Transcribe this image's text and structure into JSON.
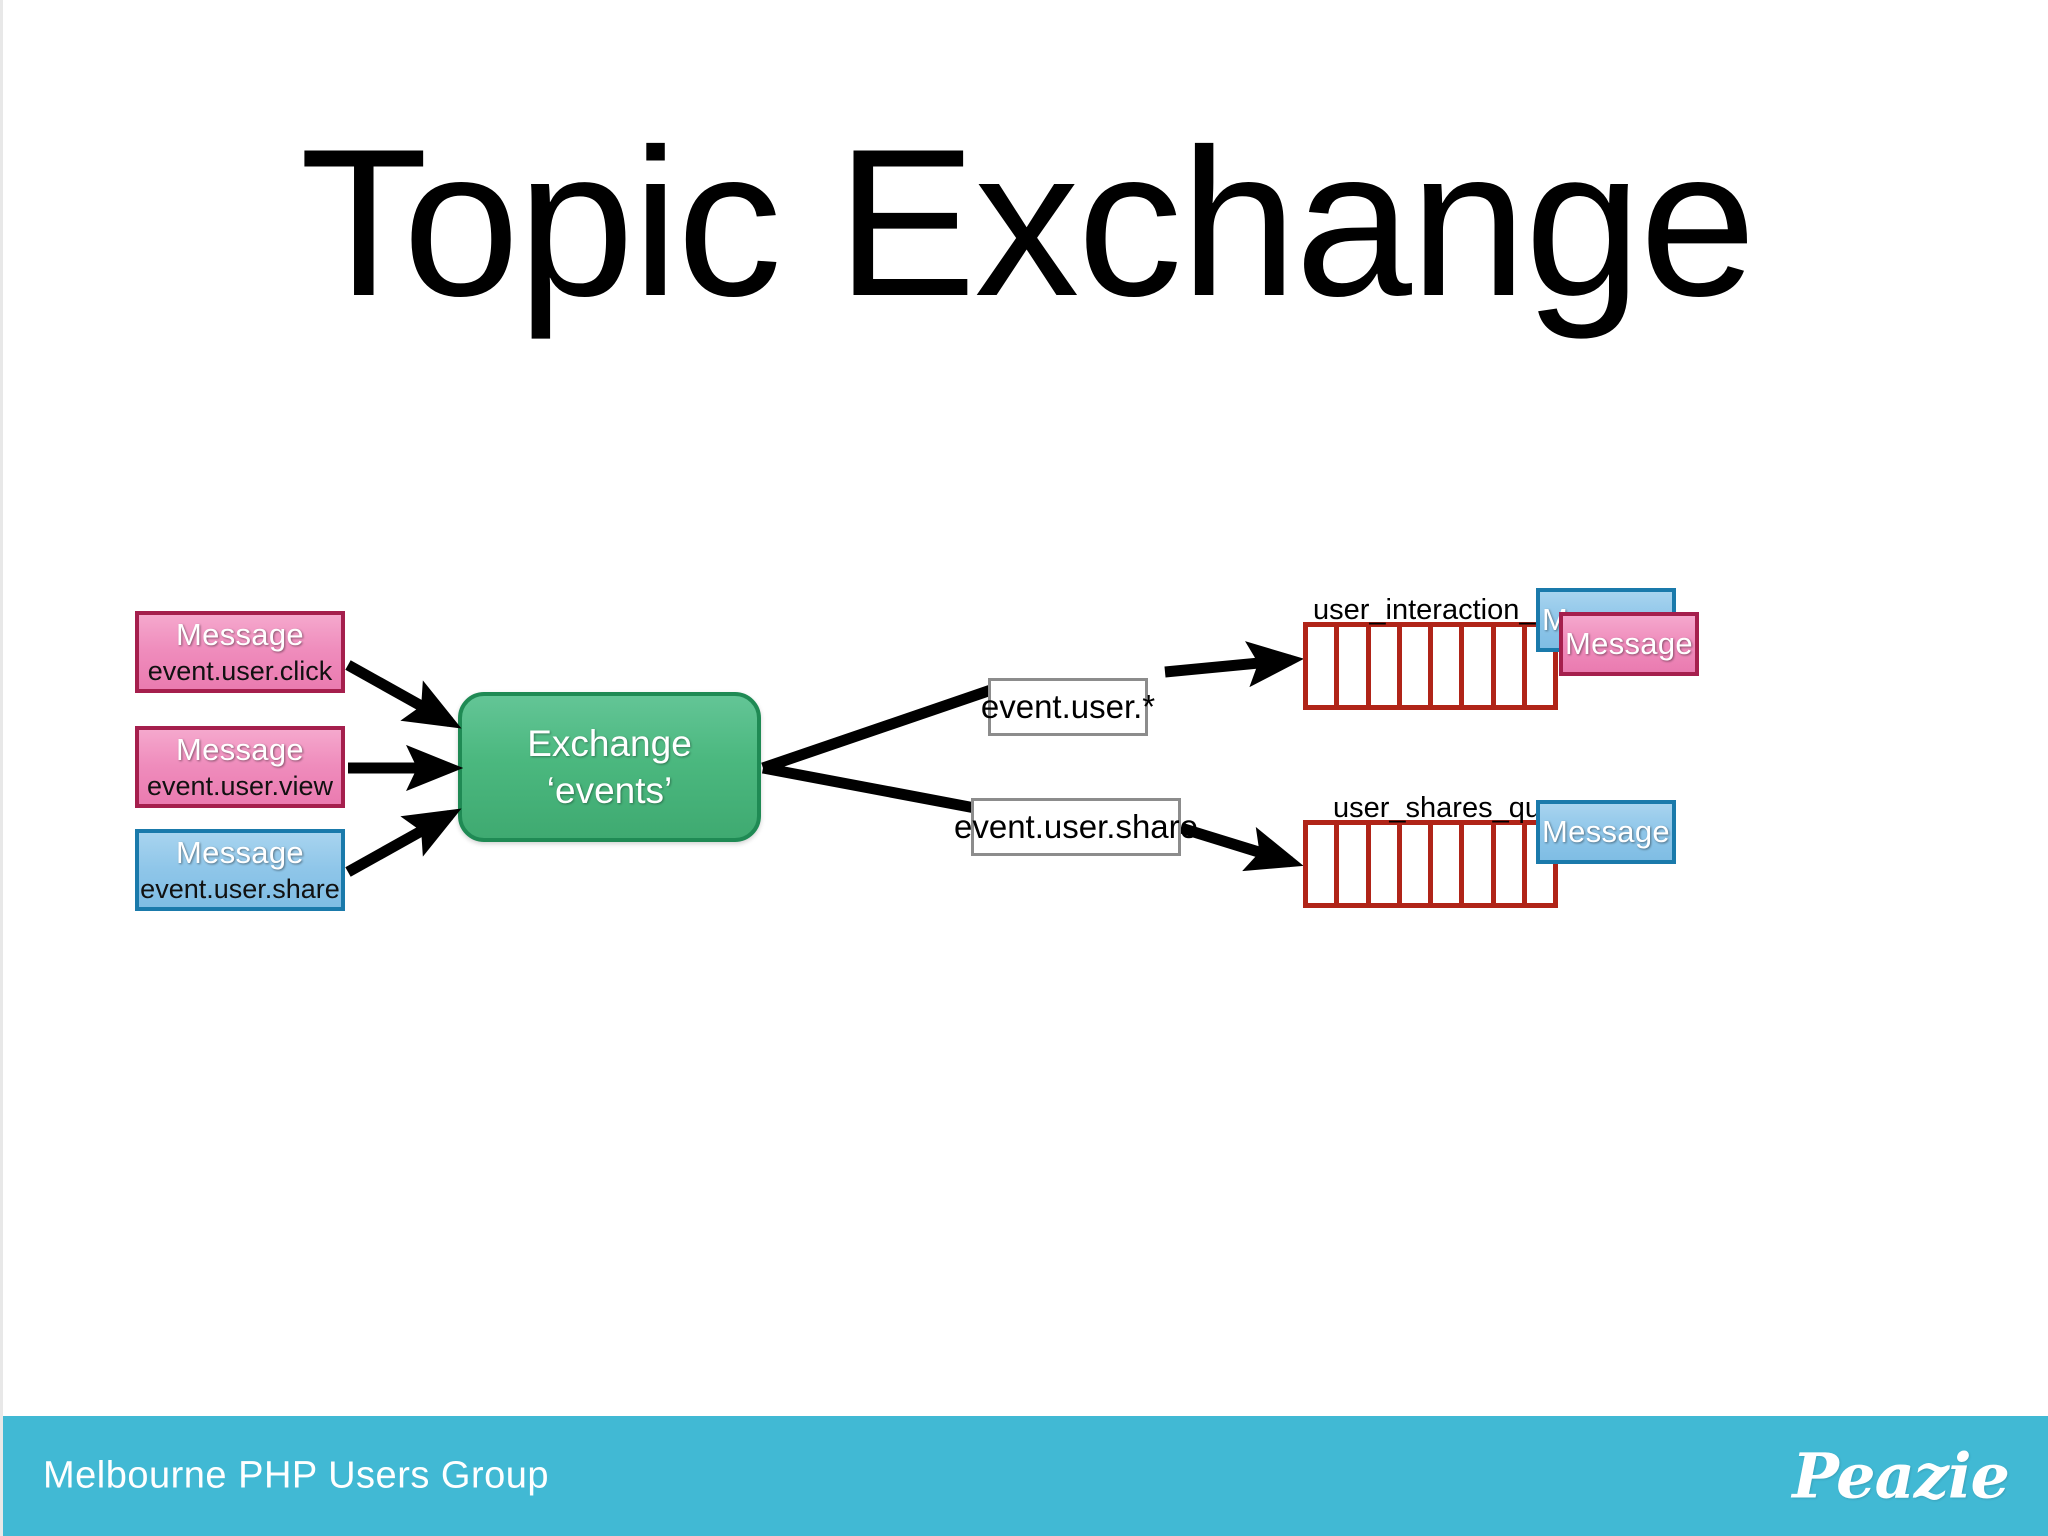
{
  "slide": {
    "title": "Topic Exchange",
    "background_color": "#ffffff"
  },
  "diagram": {
    "producers": [
      {
        "title": "Message",
        "routing_key": "event.user.click",
        "color": "pink",
        "fill": "#ef8cbc",
        "border": "#a51f4d"
      },
      {
        "title": "Message",
        "routing_key": "event.user.view",
        "color": "pink",
        "fill": "#ef8cbc",
        "border": "#a51f4d"
      },
      {
        "title": "Message",
        "routing_key": "event.user.share",
        "color": "blue",
        "fill": "#8fc6e9",
        "border": "#1a7aab"
      }
    ],
    "exchange": {
      "line1": "Exchange",
      "line2": "‘events’",
      "fill": "#4bb87f",
      "border": "#1f8a54"
    },
    "bindings": [
      {
        "routing_key": "event.user.*"
      },
      {
        "routing_key": "event.user.share"
      }
    ],
    "queues": [
      {
        "label": "user_interaction_queue",
        "cells": 8,
        "border": "#b02418",
        "messages": [
          {
            "title": "Message",
            "color": "blue",
            "fill": "#8fc6e9",
            "border": "#1a7aab"
          },
          {
            "title": "Message",
            "color": "pink",
            "fill": "#ef8cbc",
            "border": "#a51f4d"
          }
        ]
      },
      {
        "label": "user_shares_queue",
        "cells": 8,
        "border": "#b02418",
        "messages": [
          {
            "title": "Message",
            "color": "blue",
            "fill": "#8fc6e9",
            "border": "#1a7aab"
          }
        ]
      }
    ]
  },
  "footer": {
    "text": "Melbourne PHP Users Group",
    "logo": "Peazie",
    "background_color": "#41b9d4",
    "text_color": "#ffffff"
  }
}
